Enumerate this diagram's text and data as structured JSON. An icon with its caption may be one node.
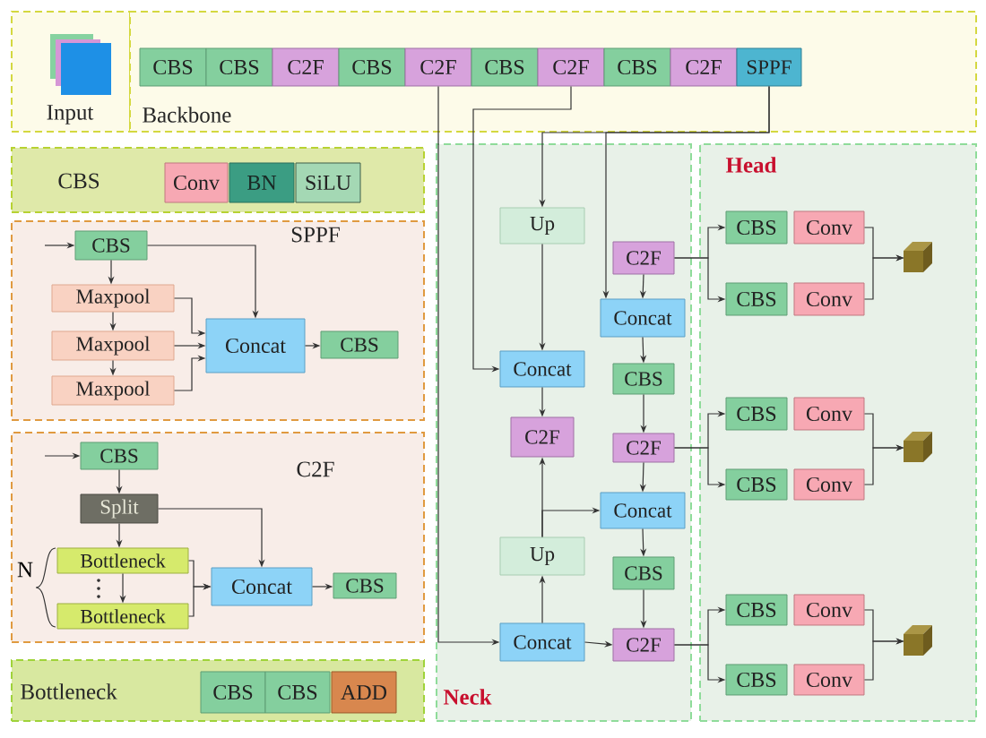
{
  "diagram": {
    "nodes": [
      {
        "text": [
          "Input"
        ]
      },
      {
        "text": [
          "Backbone"
        ]
      },
      {
        "text": [
          "CBS"
        ],
        "in": 1
      },
      {
        "text": [
          "CBS"
        ],
        "in": 1
      },
      {
        "text": [
          "C2F"
        ],
        "in": 1
      },
      {
        "text": [
          "CBS"
        ],
        "in": 1
      },
      {
        "text": [
          "C2F"
        ],
        "in": 1
      },
      {
        "text": [
          "CBS"
        ],
        "in": 1
      },
      {
        "text": [
          "C2F"
        ],
        "in": 1
      },
      {
        "text": [
          "CBS"
        ],
        "in": 1
      },
      {
        "text": [
          "C2F"
        ],
        "in": 1
      },
      {
        "text": [
          "SPPF"
        ],
        "in": 1
      },
      {
        "text": [
          "CBS"
        ]
      },
      {
        "text": [
          "Conv"
        ],
        "in": 12
      },
      {
        "text": [
          "BN"
        ],
        "in": 12
      },
      {
        "text": [
          "SiLU"
        ],
        "in": 12
      },
      {
        "text": [
          "SPPF"
        ]
      },
      {
        "text": [
          "CBS"
        ],
        "in": 16
      },
      {
        "text": [
          "Maxpool"
        ],
        "in": 16
      },
      {
        "text": [
          "Maxpool"
        ],
        "in": 16
      },
      {
        "text": [
          "Maxpool"
        ],
        "in": 16
      },
      {
        "text": [
          "Concat"
        ],
        "in": 16
      },
      {
        "text": [
          "CBS"
        ],
        "in": 16
      },
      {
        "text": [
          "C2F"
        ]
      },
      {
        "text": [
          "CBS"
        ],
        "in": 23
      },
      {
        "text": [
          "Split"
        ],
        "in": 23
      },
      {
        "text": [
          "Bottleneck"
        ],
        "in": 23
      },
      {
        "text": [
          "Bottleneck"
        ],
        "in": 23
      },
      {
        "text": [
          "Concat"
        ],
        "in": 23
      },
      {
        "text": [
          "CBS"
        ],
        "in": 23
      },
      {
        "text": [
          "Bottleneck"
        ]
      },
      {
        "text": [
          "CBS"
        ],
        "in": 30
      },
      {
        "text": [
          "CBS"
        ],
        "in": 30
      },
      {
        "text": [
          "ADD"
        ],
        "in": 30
      },
      {
        "text": [
          "Neck"
        ]
      },
      {
        "text": [
          "Up"
        ],
        "in": 34
      },
      {
        "text": [
          "C2F"
        ],
        "in": 34
      },
      {
        "text": [
          "Concat"
        ],
        "in": 34
      },
      {
        "text": [
          "Concat"
        ],
        "in": 34
      },
      {
        "text": [
          "CBS"
        ],
        "in": 34
      },
      {
        "text": [
          "C2F"
        ],
        "in": 34
      },
      {
        "text": [
          "C2F"
        ],
        "in": 34
      },
      {
        "text": [
          "Concat"
        ],
        "in": 34
      },
      {
        "text": [
          "Up"
        ],
        "in": 34
      },
      {
        "text": [
          "CBS"
        ],
        "in": 34
      },
      {
        "text": [
          "Concat"
        ],
        "in": 34
      },
      {
        "text": [
          "C2F"
        ],
        "in": 34
      },
      {
        "text": [
          "Head"
        ]
      },
      {
        "text": [
          "CBS"
        ],
        "in": 47
      },
      {
        "text": [
          "Conv"
        ],
        "in": 47
      },
      {
        "text": [
          "CBS"
        ],
        "in": 47
      },
      {
        "text": [
          "Conv"
        ],
        "in": 47
      },
      {
        "text": [],
        "shape": "cube",
        "in": 47
      },
      {
        "text": [
          "CBS"
        ],
        "in": 47
      },
      {
        "text": [
          "Conv"
        ],
        "in": 47
      },
      {
        "text": [
          "CBS"
        ],
        "in": 47
      },
      {
        "text": [
          "Conv"
        ],
        "in": 47
      },
      {
        "text": [],
        "shape": "cube",
        "in": 47
      },
      {
        "text": [
          "CBS"
        ],
        "in": 47
      },
      {
        "text": [
          "Conv"
        ],
        "in": 47
      },
      {
        "text": [
          "CBS"
        ],
        "in": 47
      },
      {
        "text": [
          "Conv"
        ],
        "in": 47
      },
      {
        "text": [],
        "shape": "cube",
        "in": 47
      }
    ],
    "edges": [
      {
        "from": null,
        "to": 17,
        "arrow": "to"
      },
      {
        "from": 17,
        "to": 18,
        "arrow": "to"
      },
      {
        "from": 18,
        "to": 19,
        "arrow": "to"
      },
      {
        "from": 19,
        "to": 20,
        "arrow": "to"
      },
      {
        "from": 17,
        "to": 21,
        "arrow": "to"
      },
      {
        "from": 18,
        "to": 21,
        "arrow": "to"
      },
      {
        "from": 19,
        "to": 21,
        "arrow": "to"
      },
      {
        "from": 20,
        "to": 21,
        "arrow": "to"
      },
      {
        "from": 21,
        "to": 22,
        "arrow": "to"
      },
      {
        "from": null,
        "to": 24,
        "arrow": "to"
      },
      {
        "from": 24,
        "to": 25,
        "arrow": "to"
      },
      {
        "from": 25,
        "to": 26,
        "arrow": "to"
      },
      {
        "from": 26,
        "to": 27,
        "arrow": "to"
      },
      {
        "from": 25,
        "to": 28,
        "arrow": "to"
      },
      {
        "from": 26,
        "to": 28,
        "arrow": "to"
      },
      {
        "from": 27,
        "to": 28,
        "arrow": "to"
      },
      {
        "from": 28,
        "to": 29,
        "arrow": "to"
      },
      {
        "from": 11,
        "to": 35,
        "arrow": "to"
      },
      {
        "from": 11,
        "to": 37,
        "arrow": "to"
      },
      {
        "from": 6,
        "to": 45,
        "arrow": "to"
      },
      {
        "from": 8,
        "to": 38,
        "arrow": "to"
      },
      {
        "from": 35,
        "to": 38,
        "arrow": "to"
      },
      {
        "from": 38,
        "to": 40,
        "arrow": "to"
      },
      {
        "from": 45,
        "to": 43,
        "arrow": "to"
      },
      {
        "from": 43,
        "to": 40,
        "arrow": "to"
      },
      {
        "from": 43,
        "to": 42,
        "arrow": "to"
      },
      {
        "from": 45,
        "to": 46,
        "arrow": "to"
      },
      {
        "from": 36,
        "to": 37,
        "arrow": "to"
      },
      {
        "from": 37,
        "to": 39,
        "arrow": "to"
      },
      {
        "from": 39,
        "to": 41,
        "arrow": "to"
      },
      {
        "from": 41,
        "to": 42,
        "arrow": "to"
      },
      {
        "from": 42,
        "to": 44,
        "arrow": "to"
      },
      {
        "from": 44,
        "to": 46,
        "arrow": "to"
      },
      {
        "from": 36,
        "to": 48,
        "arrow": "to"
      },
      {
        "from": 36,
        "to": 50,
        "arrow": "to"
      },
      {
        "from": 49,
        "to": 52,
        "arrow": "to"
      },
      {
        "from": 51,
        "to": 52,
        "arrow": "to"
      },
      {
        "from": 41,
        "to": 53,
        "arrow": "to"
      },
      {
        "from": 41,
        "to": 55,
        "arrow": "to"
      },
      {
        "from": 54,
        "to": 57,
        "arrow": "to"
      },
      {
        "from": 56,
        "to": 57,
        "arrow": "to"
      },
      {
        "from": 46,
        "to": 58,
        "arrow": "to"
      },
      {
        "from": 46,
        "to": 60,
        "arrow": "to"
      },
      {
        "from": 59,
        "to": 62,
        "arrow": "to"
      },
      {
        "from": 61,
        "to": 62,
        "arrow": "to"
      }
    ],
    "labels": [
      "N"
    ]
  }
}
